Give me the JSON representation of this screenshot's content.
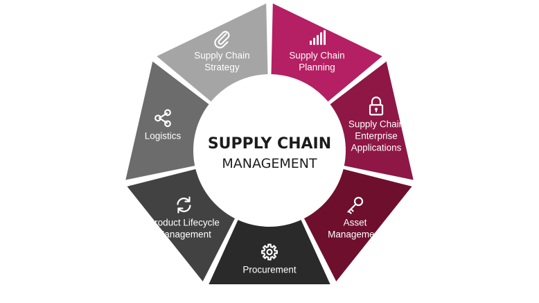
{
  "diagram": {
    "title": "SUPPLY CHAIN",
    "subtitle": "MANAGEMENT",
    "segments": [
      {
        "label_lines": [
          "Supply Chain",
          "Planning"
        ],
        "icon": "bar-chart-icon",
        "color": "#b51f63"
      },
      {
        "label_lines": [
          "Supply Chain",
          "Enterprise",
          "Applications"
        ],
        "icon": "lock-icon",
        "color": "#8e1745"
      },
      {
        "label_lines": [
          "Asset",
          "Management"
        ],
        "icon": "key-icon",
        "color": "#6e0f2e"
      },
      {
        "label_lines": [
          "Procurement"
        ],
        "icon": "gear-icon",
        "color": "#2a2a2a"
      },
      {
        "label_lines": [
          "Product Lifecycle",
          "Management"
        ],
        "icon": "refresh-icon",
        "color": "#424242"
      },
      {
        "label_lines": [
          "Logistics"
        ],
        "icon": "share-icon",
        "color": "#6c6c6c"
      },
      {
        "label_lines": [
          "Supply Chain",
          "Strategy"
        ],
        "icon": "paperclip-icon",
        "color": "#a5a5a5"
      }
    ]
  }
}
